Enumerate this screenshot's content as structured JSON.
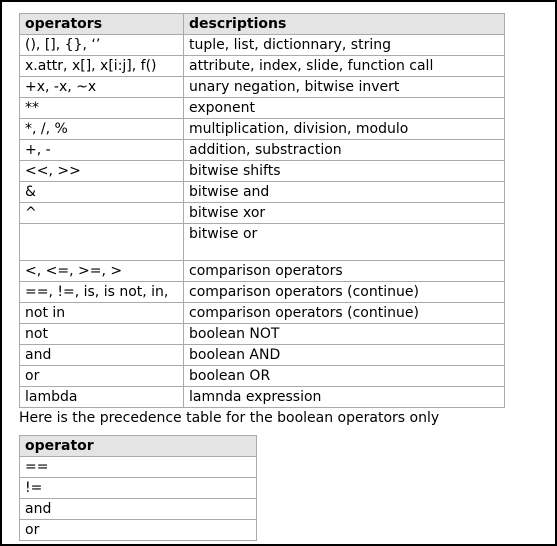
{
  "operators_table": {
    "headers": [
      "operators",
      "descriptions"
    ],
    "rows": [
      [
        "(), [], {}, ‘’",
        "tuple, list, dictionnary, string"
      ],
      [
        "x.attr, x[], x[i:j], f()",
        "attribute, index, slide, function call"
      ],
      [
        "+x, -x, ~x",
        "unary negation, bitwise invert"
      ],
      [
        "**",
        "exponent"
      ],
      [
        "*, /, %",
        "multiplication, division, modulo"
      ],
      [
        "+, -",
        "addition, substraction"
      ],
      [
        "<<, >>",
        "bitwise shifts"
      ],
      [
        "&",
        "bitwise and"
      ],
      [
        "^",
        "bitwise xor"
      ],
      [
        "",
        "bitwise or"
      ],
      [
        "<, <=, >=, >",
        "comparison operators"
      ],
      [
        "==, !=, is, is not, in,",
        "comparison operators (continue)"
      ],
      [
        "not in",
        "comparison operators (continue)"
      ],
      [
        "not",
        "boolean NOT"
      ],
      [
        "and",
        "boolean AND"
      ],
      [
        "or",
        "boolean OR"
      ],
      [
        "lambda",
        "lamnda expression"
      ]
    ]
  },
  "caption": "Here is the precedence table for the boolean operators only",
  "boolean_table": {
    "header": "operator",
    "rows": [
      "==",
      "!=",
      "and",
      "or"
    ]
  }
}
